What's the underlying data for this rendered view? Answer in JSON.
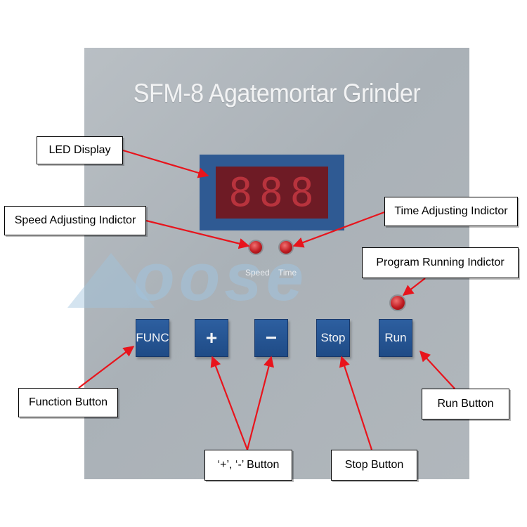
{
  "panel": {
    "title": "SFM-8 Agatemortar Grinder",
    "watermark": "oose"
  },
  "led_display": {
    "digits": "888"
  },
  "indicators": {
    "speed_label": "Speed",
    "time_label": "Time"
  },
  "buttons": {
    "func": "FUNC",
    "plus": "+",
    "minus": "−",
    "stop": "Stop",
    "run": "Run"
  },
  "callouts": {
    "led_display": "LED Display",
    "speed_indicator": "Speed Adjusting Indictor",
    "time_indicator": "Time Adjusting Indictor",
    "program_indicator": "Program Running Indictor",
    "function_button": "Function Button",
    "plus_minus_button": "‘+’, ‘-’ Button",
    "stop_button": "Stop Button",
    "run_button": "Run Button"
  },
  "colors": {
    "arrow": "#e8141c",
    "panel": "#b1b7bc",
    "button": "#245391",
    "led_frame": "#2f5a93",
    "led_screen": "#6e1b25"
  }
}
